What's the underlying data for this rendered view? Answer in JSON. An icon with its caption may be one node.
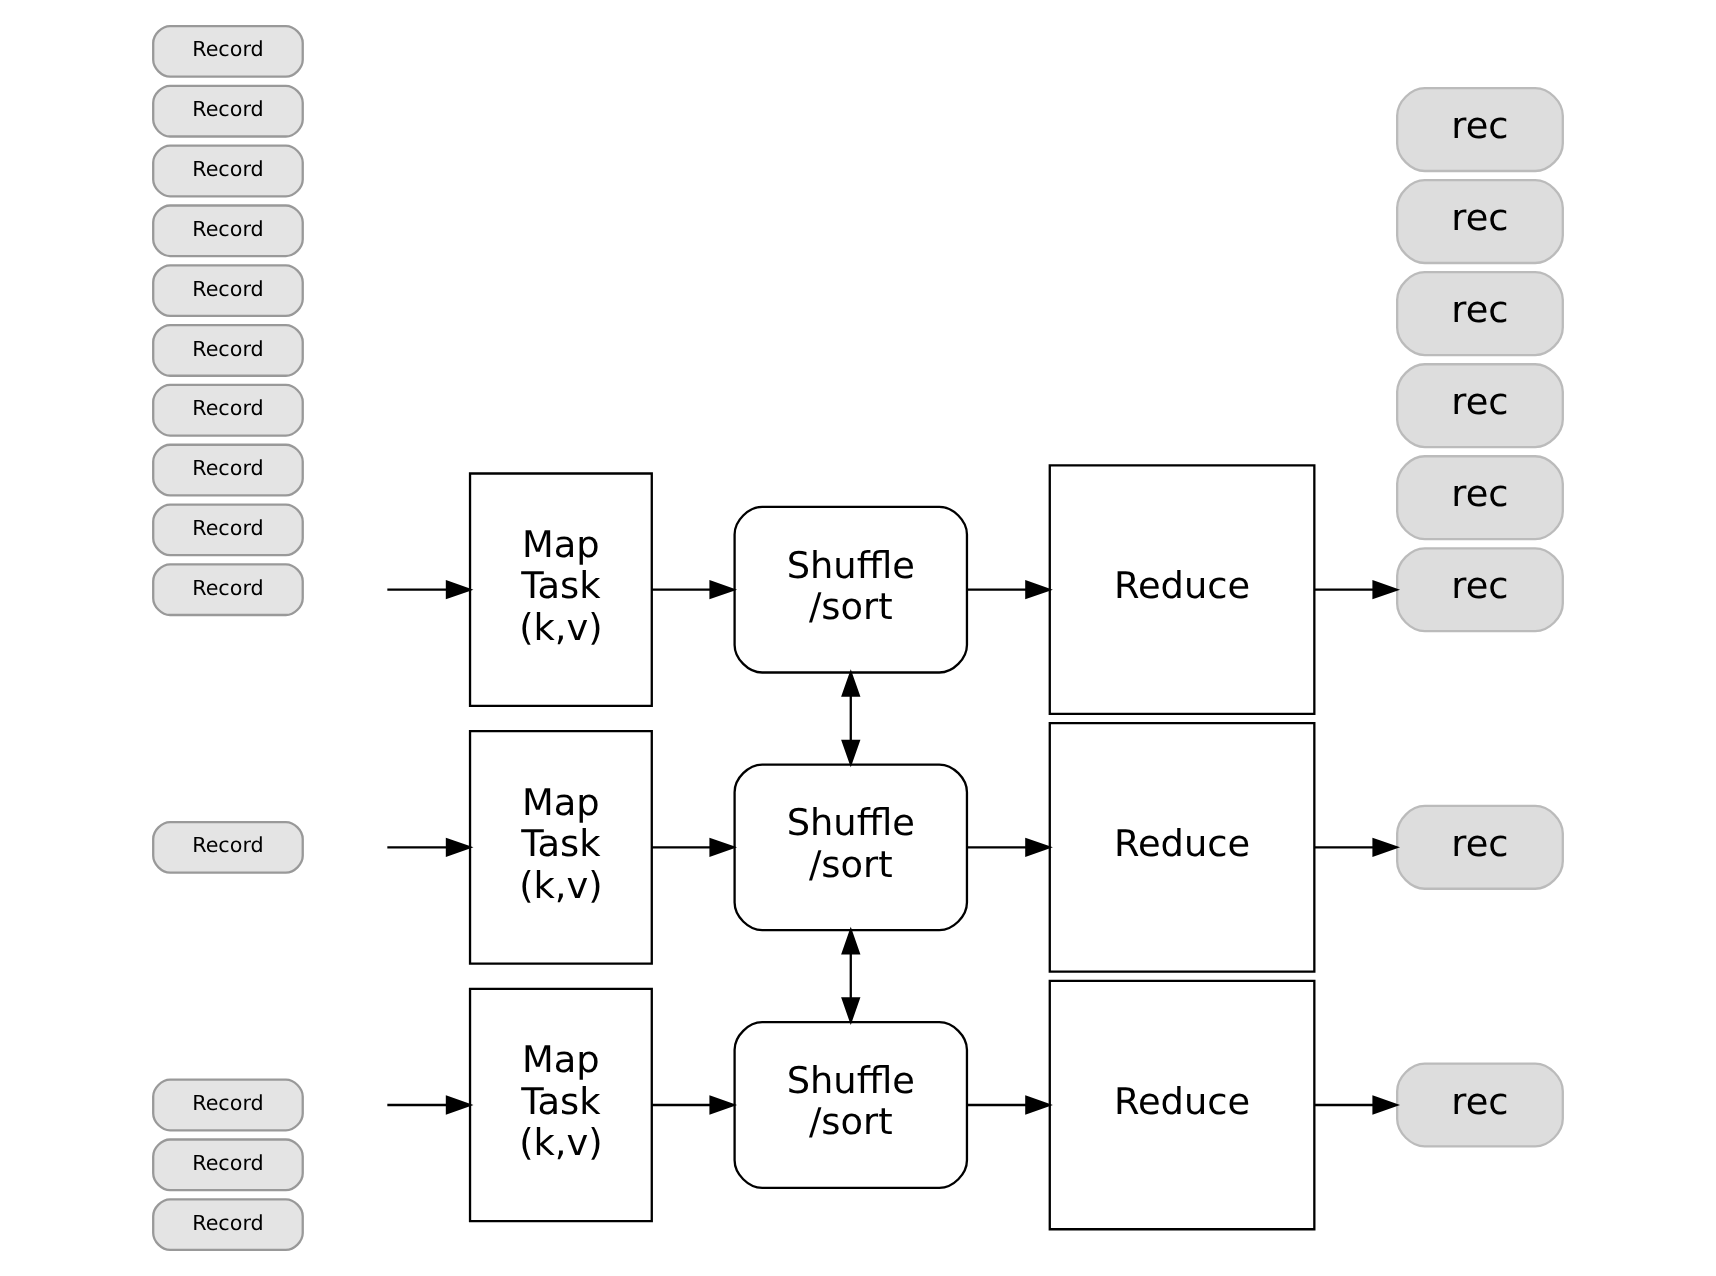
{
  "diagram": {
    "nodes": [
      {
        "text": [
          "Record"
        ]
      },
      {
        "text": [
          "Record"
        ]
      },
      {
        "text": [
          "Record"
        ]
      },
      {
        "text": [
          "Record"
        ]
      },
      {
        "text": [
          "Record"
        ]
      },
      {
        "text": [
          "Record"
        ]
      },
      {
        "text": [
          "Record"
        ]
      },
      {
        "text": [
          "Record"
        ]
      },
      {
        "text": [
          "Record"
        ]
      },
      {
        "text": [
          "Record"
        ]
      },
      {
        "text": [
          "Record"
        ]
      },
      {
        "text": [
          "Record"
        ]
      },
      {
        "text": [
          "Record"
        ]
      },
      {
        "text": [
          "Record"
        ]
      },
      {
        "text": [
          "Map Task (k,v)"
        ]
      },
      {
        "text": [
          "Map Task (k,v)"
        ]
      },
      {
        "text": [
          "Map Task (k,v)"
        ]
      },
      {
        "text": [
          "Shuffle /sort"
        ]
      },
      {
        "text": [
          "Shuffle /sort"
        ]
      },
      {
        "text": [
          "Shuffle /sort"
        ]
      },
      {
        "text": [
          "Reduce"
        ]
      },
      {
        "text": [
          "Reduce"
        ]
      },
      {
        "text": [
          "Reduce"
        ]
      },
      {
        "text": [
          "rec"
        ]
      },
      {
        "text": [
          "rec"
        ]
      },
      {
        "text": [
          "rec"
        ]
      },
      {
        "text": [
          "rec"
        ]
      },
      {
        "text": [
          "rec"
        ]
      },
      {
        "text": [
          "rec"
        ]
      },
      {
        "text": [
          "rec"
        ]
      },
      {
        "text": [
          "rec"
        ]
      }
    ],
    "edges": [
      {
        "from": null,
        "to": 14,
        "arrow": "to"
      },
      {
        "from": 14,
        "to": 17,
        "arrow": "to"
      },
      {
        "from": 17,
        "to": 20,
        "arrow": "to"
      },
      {
        "from": 20,
        "to": 24,
        "arrow": "to"
      },
      {
        "from": 17,
        "to": 18,
        "arrow": "both"
      },
      {
        "from": null,
        "to": 15,
        "arrow": "to"
      },
      {
        "from": 15,
        "to": 18,
        "arrow": "to"
      },
      {
        "from": 18,
        "to": 21,
        "arrow": "to"
      },
      {
        "from": 21,
        "to": 27,
        "arrow": "to"
      },
      {
        "from": 18,
        "to": 19,
        "arrow": "both"
      },
      {
        "from": null,
        "to": 16,
        "arrow": "to"
      },
      {
        "from": 16,
        "to": 19,
        "arrow": "to"
      },
      {
        "from": 19,
        "to": 22,
        "arrow": "to"
      },
      {
        "from": 22,
        "to": 29,
        "arrow": "to"
      }
    ]
  }
}
